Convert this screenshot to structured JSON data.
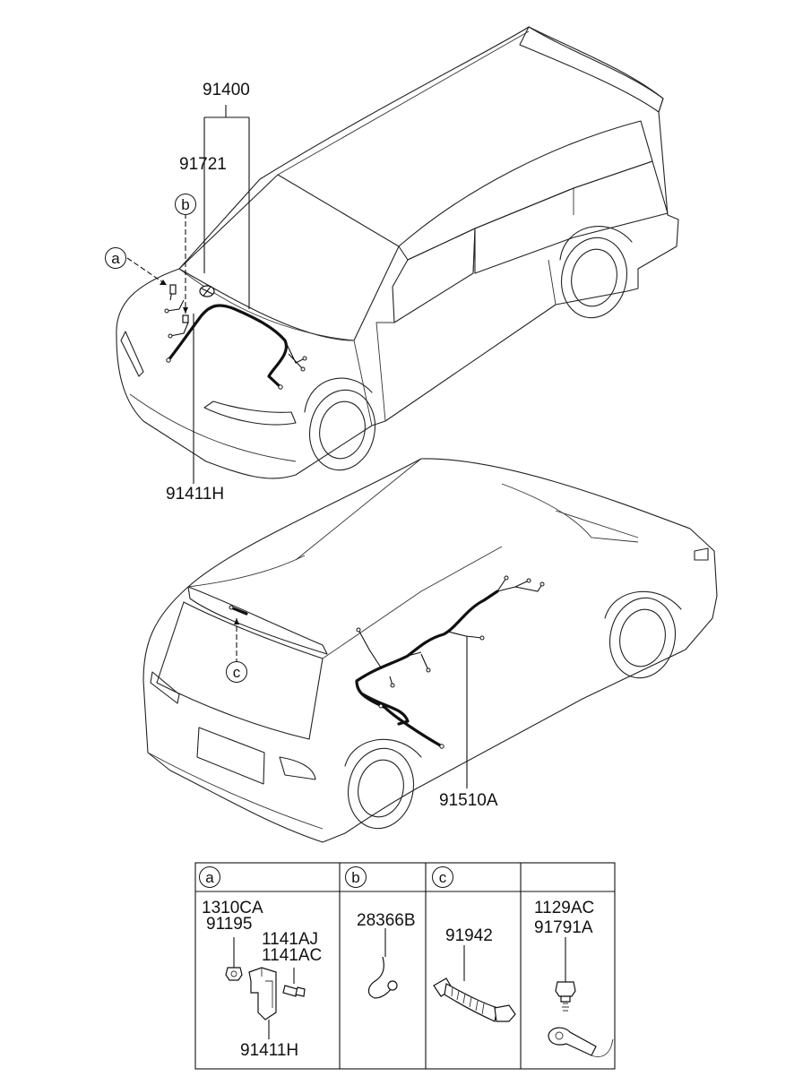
{
  "callouts": {
    "harness_assembly": "91400",
    "front_harness": "91721",
    "roof_harness": "91411H",
    "tailgate_harness": "91510A",
    "detail_a": "a",
    "detail_b": "b",
    "detail_c": "c"
  },
  "detail_table": {
    "headers": [
      "a",
      "b",
      "c",
      ""
    ],
    "cells": [
      {
        "labels": [
          "1310CA",
          "91195",
          "1141AJ",
          "1141AC",
          "91411H"
        ]
      },
      {
        "labels": [
          "28366B"
        ]
      },
      {
        "labels": [
          "91942"
        ]
      },
      {
        "labels": [
          "1129AC",
          "91791A"
        ]
      }
    ]
  }
}
